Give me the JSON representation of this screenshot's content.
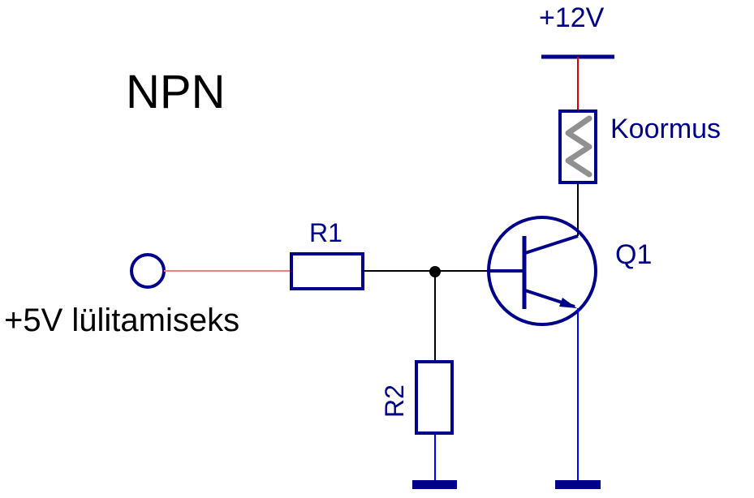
{
  "title": "NPN",
  "supply_label": "+12V",
  "load_label": "Koormus",
  "input_label": "+5V lülitamiseks",
  "components": {
    "r1": "R1",
    "r2": "R2",
    "q1": "Q1"
  },
  "colors": {
    "component": "#00008b",
    "wire": "#000000",
    "supply_wire": "#e00000",
    "input_wire": "#f08080",
    "ground_wire": "#0000ff",
    "load_coil": "#909090"
  }
}
